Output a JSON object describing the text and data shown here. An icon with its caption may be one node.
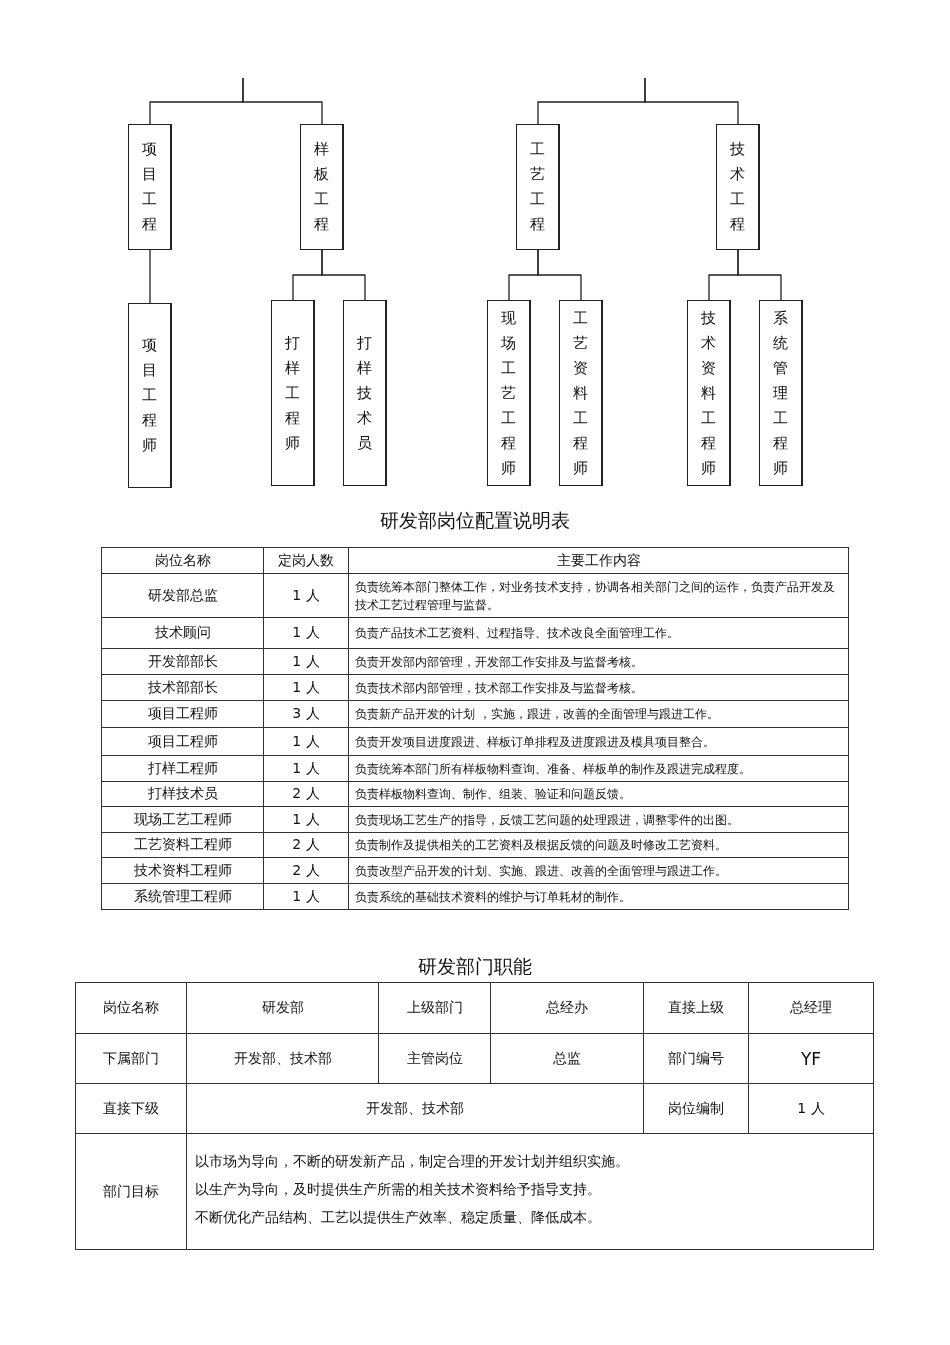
{
  "diagram": {
    "nodes": [
      {
        "text": [
          "项目工程"
        ]
      },
      {
        "text": [
          "样板工程"
        ]
      },
      {
        "text": [
          "工艺工程"
        ]
      },
      {
        "text": [
          "技术工程"
        ]
      },
      {
        "text": [
          "项目工程师"
        ]
      },
      {
        "text": [
          "打样工程师"
        ]
      },
      {
        "text": [
          "打样技术员"
        ]
      },
      {
        "text": [
          "现场工艺工程师"
        ]
      },
      {
        "text": [
          "工艺资料工程师"
        ]
      },
      {
        "text": [
          "技术资料工程师"
        ]
      },
      {
        "text": [
          "系统管理工程师"
        ]
      }
    ],
    "edges": [
      {
        "from": null,
        "to": 0,
        "arrow": "none"
      },
      {
        "from": null,
        "to": 1,
        "arrow": "none"
      },
      {
        "from": null,
        "to": 2,
        "arrow": "none"
      },
      {
        "from": null,
        "to": 3,
        "arrow": "none"
      },
      {
        "from": 0,
        "to": 4,
        "arrow": "none"
      },
      {
        "from": 1,
        "to": 5,
        "arrow": "none"
      },
      {
        "from": 1,
        "to": 6,
        "arrow": "none"
      },
      {
        "from": 2,
        "to": 7,
        "arrow": "none"
      },
      {
        "from": 2,
        "to": 8,
        "arrow": "none"
      },
      {
        "from": 3,
        "to": 9,
        "arrow": "none"
      },
      {
        "from": 3,
        "to": 10,
        "arrow": "none"
      }
    ],
    "labels": [
      "研发部岗位配置说明表",
      "岗位名称",
      "定岗人数",
      "主要工作内容",
      "研发部总监",
      "1 人",
      "负责统筹本部门整体工作，对业务技术支持，协调各相关部门之间的运作，负责产品开发及技术工艺过程管理与监督。",
      "技术顾问",
      "1 人",
      "负责产品技术工艺资料、过程指导、技术改良全面管理工作。",
      "开发部部长",
      "1 人",
      "负责开发部内部管理，开发部工作安排及与监督考核。",
      "技术部部长",
      "1 人",
      "负责技术部内部管理，技术部工作安排及与监督考核。",
      "项目工程师",
      "3 人",
      "负责新产品开发的计划 ，实施，跟进，改善的全面管理与跟进工作。",
      "项目工程师",
      "1 人",
      "负责开发项目进度跟进、样板订单排程及进度跟进及模具项目整合。",
      "打样工程师",
      "1 人",
      "负责统筹本部门所有样板物料查询、准备、样板单的制作及跟进完成程度。",
      "打样技术员",
      "2 人",
      "负责样板物料查询、制作、组装、验证和问题反馈。",
      "现场工艺工程师",
      "1 人",
      "负责现场工艺生产的指导，反馈工艺问题的处理跟进，调整零件的出图。",
      "工艺资料工程师",
      "2 人",
      "负责制作及提供相关的工艺资料及根据反馈的问题及时修改工艺资料。",
      "技术资料工程师",
      "2 人",
      "负责改型产品开发的计划、实施、跟进、改善的全面管理与跟进工作。",
      "系统管理工程师",
      "1 人",
      "负责系统的基础技术资料的维护与订单耗材的制作。",
      "研发部门职能",
      "岗位名称",
      "研发部",
      "上级部门",
      "总经办",
      "直接上级",
      "总经理",
      "下属部门",
      "开发部、技术部",
      "主管岗位",
      "总监",
      "部门编号",
      "YF",
      "直接下级",
      "开发部、技术部",
      "岗位编制",
      "1 人",
      "部门目标",
      "以市场为导向，不断的研发新产品，制定合理的开发计划并组织实施。",
      "以生产为导向，及时提供生产所需的相关技术资料给予指导支持。",
      "不断优化产品结构、工艺以提供生产效率、稳定质量、降低成本。"
    ]
  }
}
